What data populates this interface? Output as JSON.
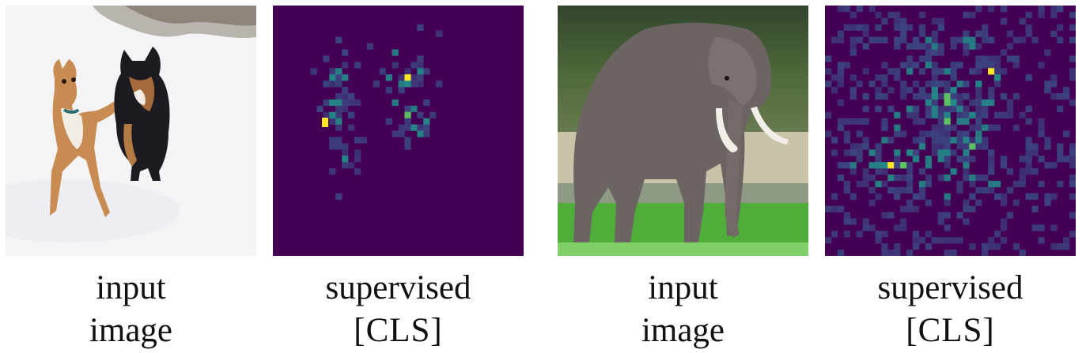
{
  "figure": {
    "panels": [
      {
        "kind": "photo",
        "subject": "dogs",
        "caption_lines": [
          "input",
          "image"
        ]
      },
      {
        "kind": "attention_map",
        "caption_lines": [
          "supervised",
          "[CLS]"
        ]
      },
      {
        "kind": "photo",
        "subject": "elephant",
        "caption_lines": [
          "input",
          "image"
        ]
      },
      {
        "kind": "attention_map",
        "caption_lines": [
          "supervised",
          "[CLS]"
        ]
      }
    ],
    "colormap": {
      "background": "#440154",
      "low": "#3b528b",
      "mid": "#21918c",
      "high": "#5ec962",
      "peak": "#fde725"
    }
  }
}
